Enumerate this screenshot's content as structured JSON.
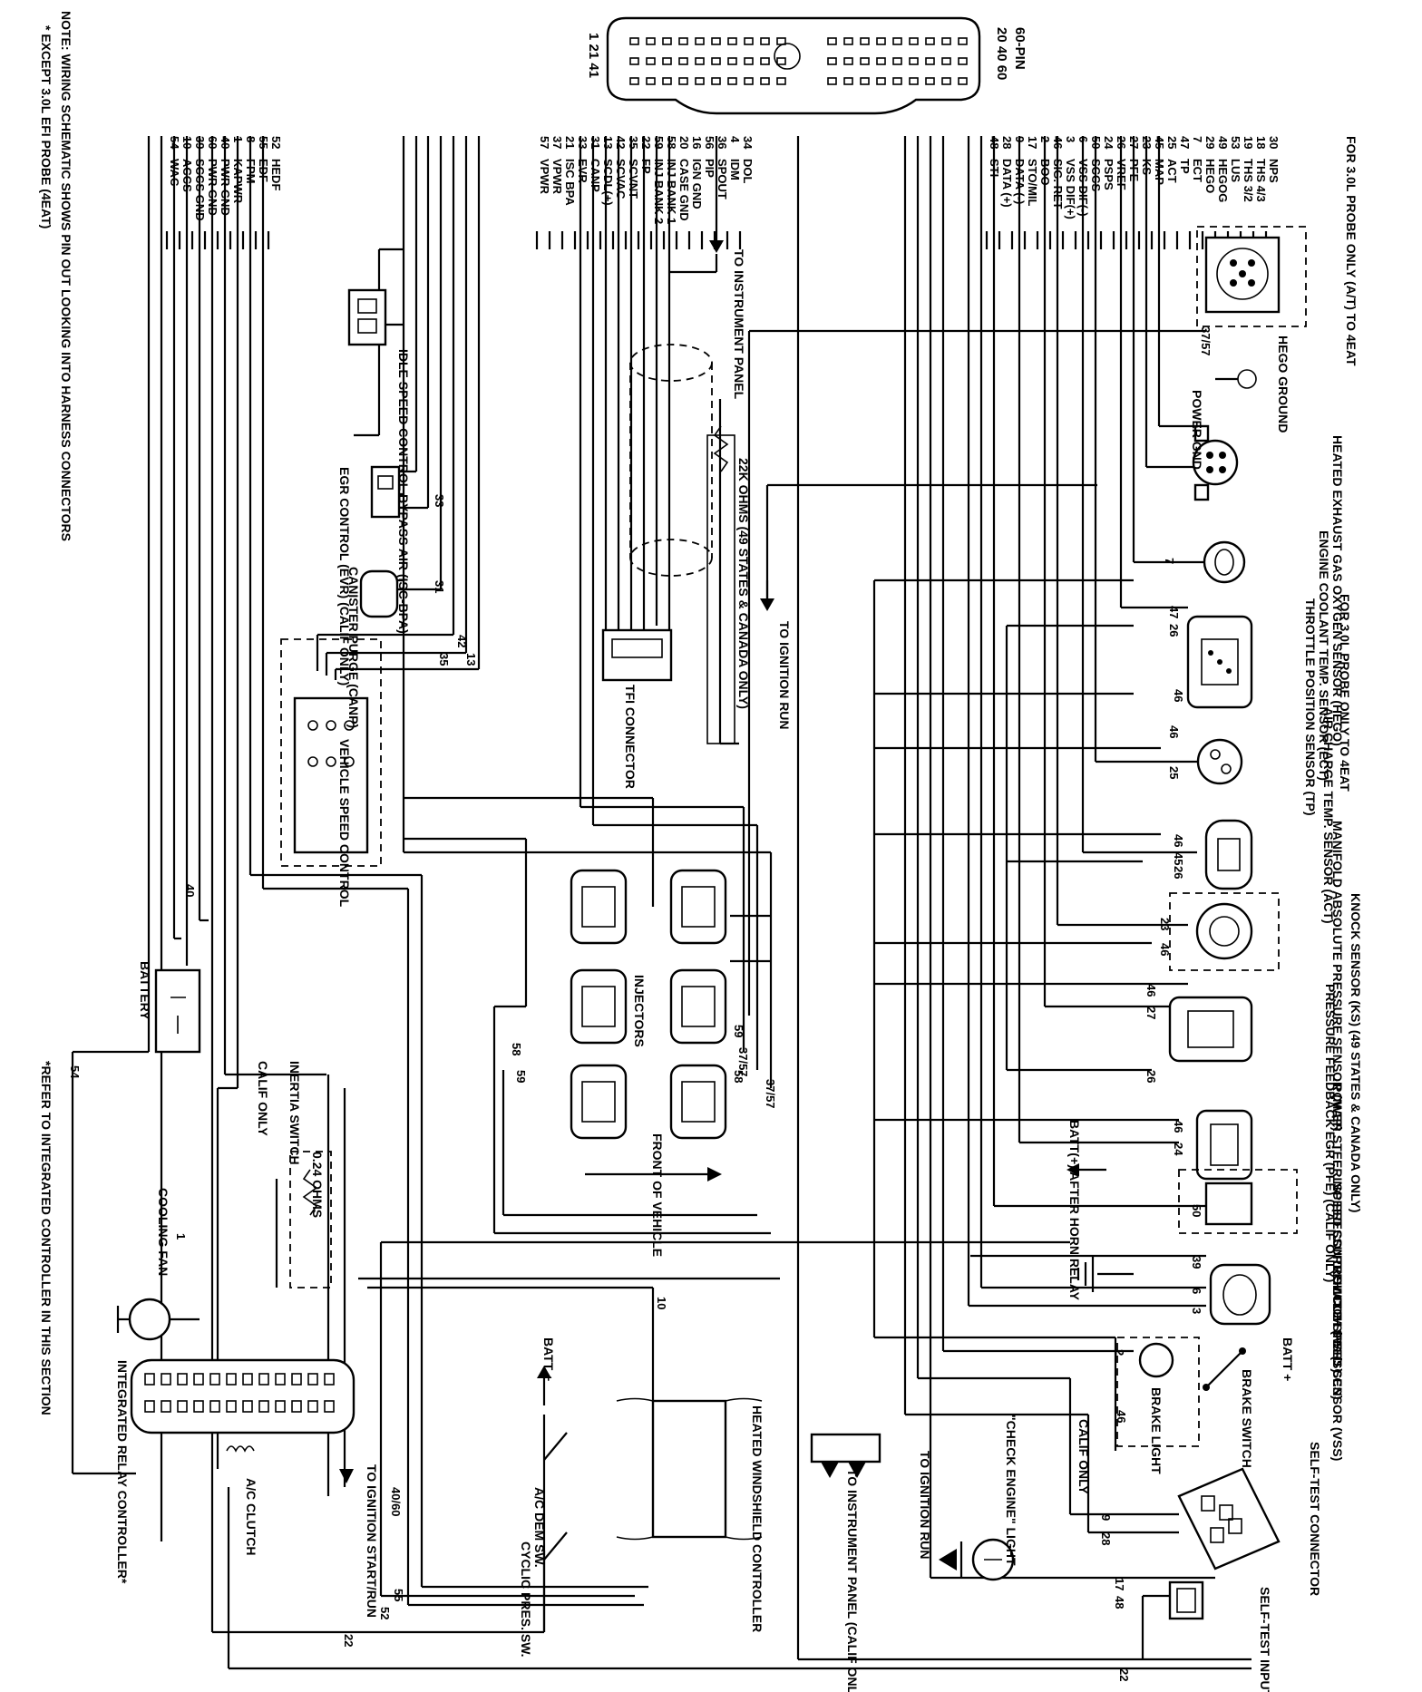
{
  "connector": {
    "title": "60-PIN",
    "left_pins": "1  21  41",
    "right_pins": "20  40  60"
  },
  "notes": {
    "line1": "NOTE: WIRING SCHEMATIC SHOWS PIN OUT LOOKING INTO HARNESS CONNECTORS",
    "line2": "* EXCEPT 3.0L EFI PROBE (4EAT)",
    "refer": "*REFER TO INTEGRATED CONTROLLER IN THIS SECTION"
  },
  "pins": [
    {
      "num": "30",
      "name": "NPS"
    },
    {
      "num": "18",
      "name": "THS 4/3"
    },
    {
      "num": "19",
      "name": "THS 3/2"
    },
    {
      "num": "53",
      "name": "LUS"
    },
    {
      "num": "49",
      "name": "HEGOG"
    },
    {
      "num": "29",
      "name": "HEGO"
    },
    {
      "num": "7",
      "name": "ECT"
    },
    {
      "num": "47",
      "name": "TP"
    },
    {
      "num": "25",
      "name": "ACT"
    },
    {
      "num": "45",
      "name": "MAP"
    },
    {
      "num": "23",
      "name": "KS"
    },
    {
      "num": "27",
      "name": "PFE"
    },
    {
      "num": "26",
      "name": "VREF"
    },
    {
      "num": "24",
      "name": "PSPS"
    },
    {
      "num": "50",
      "name": "SCCS"
    },
    {
      "num": "6",
      "name": "VSS DIF(-)"
    },
    {
      "num": "3",
      "name": "VSS DIF(+)"
    },
    {
      "num": "46",
      "name": "SIG. RET"
    },
    {
      "num": "2",
      "name": "BOO"
    },
    {
      "num": "17",
      "name": "STO/MIL"
    },
    {
      "num": "9",
      "name": "DATA (-)"
    },
    {
      "num": "28",
      "name": "DATA (+)"
    },
    {
      "num": "48",
      "name": "STI"
    },
    {
      "num": "34",
      "name": "DOL"
    },
    {
      "num": "4",
      "name": "IDM"
    },
    {
      "num": "36",
      "name": "SPOUT"
    },
    {
      "num": "56",
      "name": "PIP"
    },
    {
      "num": "16",
      "name": "IGN GND"
    },
    {
      "num": "20",
      "name": "CASE GND"
    },
    {
      "num": "58",
      "name": "INJ BANK 1"
    },
    {
      "num": "59",
      "name": "INJ BANK 2"
    },
    {
      "num": "22",
      "name": "FP"
    },
    {
      "num": "35",
      "name": "SCVNT"
    },
    {
      "num": "42",
      "name": "SCVAC"
    },
    {
      "num": "13",
      "name": "SCDL(+)"
    },
    {
      "num": "31",
      "name": "CANP"
    },
    {
      "num": "33",
      "name": "EVR"
    },
    {
      "num": "21",
      "name": "ISC BPA"
    },
    {
      "num": "37",
      "name": "VPWR"
    },
    {
      "num": "57",
      "name": "VPWR"
    },
    {
      "num": "52",
      "name": "HEDF"
    },
    {
      "num": "55",
      "name": "EDF"
    },
    {
      "num": "8",
      "name": "FPM"
    },
    {
      "num": "1",
      "name": "KAPWR"
    },
    {
      "num": "40",
      "name": "PWR GND"
    },
    {
      "num": "60",
      "name": "PWR GND"
    },
    {
      "num": "39",
      "name": "SCCS GND"
    },
    {
      "num": "10",
      "name": "ACCS"
    },
    {
      "num": "54",
      "name": "WAC"
    }
  ],
  "components": {
    "probe_note": "FOR 3.0L PROBE ONLY (A/T) TO 4EAT",
    "hego_ground": "HEGO GROUND",
    "power_gnd": "POWER GND",
    "hego": "HEATED EXHAUST GAS OXYGEN SENSOR (HEGO)",
    "ect": "ENGINE COOLANT TEMP. SENSOR (ECT)",
    "tp_note": "FOR 3.0L PROBE ONLY TO 4EAT",
    "tp": "THROTTLE POSITION SENSOR (TP)",
    "act": "AIR CHARGE TEMP. SENSOR (ACT)",
    "map": "MANIFOLD ABSOLUTE PRESSURE SENSOR (MAP)",
    "ks": "KNOCK SENSOR (KS) (49 STATES & CANADA ONLY)",
    "pfe": "PRESSURE FEEDBACK EGR (PFE) (CALIF ONLY)",
    "psps": "POWER STEERING PRESSURE SWITCH (PSPS)",
    "sccs": "SPEED CONTROL COM SW. (SCCS)",
    "batt_horn": "BATT(+) AFTER HORN RELAY",
    "vss": "VEHICLE SPEED SENSOR (VSS)",
    "batt_plus": "BATT +",
    "brake": "BRAKE SWITCH",
    "brake_light": "BRAKE LIGHT",
    "self_test": "SELF-TEST CONNECTOR",
    "sti": "SELF-TEST INPUT (STI)",
    "check_engine": "\"CHECK ENGINE\" LIGHT",
    "to_ign_run": "TO IGNITION RUN",
    "calif_only": "CALIF ONLY",
    "to_instr_calif": "TO INSTRUMENT PANEL (CALIF ONLY)",
    "to_instr": "TO INSTRUMENT PANEL",
    "ohms22k": "22K OHMS (49 STATES & CANADA ONLY)",
    "to_ign_run_2": "TO IGNITION RUN",
    "tfi": "TFI CONNECTOR",
    "injectors": "INJECTORS",
    "front": "FRONT OF VEHICLE",
    "windshield": "HEATED WINDSHIELD CONTROLLER",
    "batt_ac": "BATT +",
    "ac_dem": "A/C DEM SW.",
    "cyclic": "CYCLIC PRES. SW.",
    "isc": "IDLE SPEED CONTROL BYPASS AIR (ISC-BPA)",
    "evr": "EGR CONTROL (EVR) (CALIF ONLY)",
    "canp": "CANISTER PURGE (CANP)",
    "vsc": "VEHICLE SPEED CONTROL",
    "battery": "BATTERY",
    "inertia": "INERTIA SWITCH",
    "ohms024": "0.24 OHMS",
    "calif_only_2": "CALIF ONLY",
    "cooling_fan": "COOLING FAN",
    "irc": "INTEGRATED RELAY CONTROLLER*",
    "to_ign_start": "TO IGNITION START/RUN",
    "ac_clutch": "A/C CLUTCH"
  },
  "wire_labels": [
    "37/57",
    "7",
    "47",
    "26",
    "46",
    "46",
    "25",
    "46",
    "45",
    "26",
    "23",
    "46",
    "46",
    "27",
    "26",
    "46",
    "24",
    "50",
    "39",
    "6",
    "3",
    "2",
    "46",
    "9",
    "28",
    "17",
    "48",
    "22",
    "10",
    "40/60",
    "55",
    "52",
    "22",
    "37/57",
    "58",
    "59",
    "58",
    "59",
    "37/57",
    "33",
    "31",
    "13",
    "42",
    "35",
    "40",
    "54",
    "1"
  ]
}
